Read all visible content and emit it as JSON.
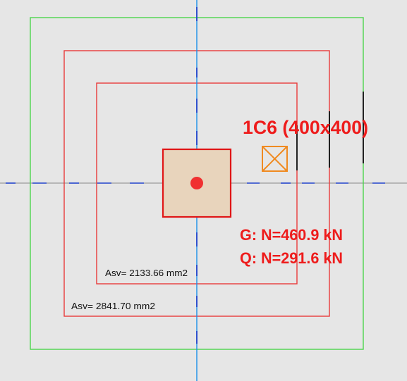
{
  "drawing": {
    "column_label": "1C6 (400x400)",
    "load_g": "G: N=460.9 kN",
    "load_q": "Q: N=291.6 kN",
    "asv_inner": "Asv= 2133.66 mm2",
    "asv_outer": "Asv= 2841.70 mm2"
  },
  "colors": {
    "background": "#e6e6e6",
    "footing_outline": "#4cd44c",
    "reinforcement_outline": "#e83a3a",
    "column_fill": "#e8d4bc",
    "column_outline": "#e01616",
    "center_marker": "#f03030",
    "axis_vertical": "#1a8fe8",
    "axis_horizontal": "#888888",
    "axis_dash": "#2244cc",
    "marker_box": "#f08a20",
    "label_text": "#ee1c1c"
  },
  "icons": {
    "center_marker": "red-dot-icon",
    "column_marker": "crossed-box-icon"
  }
}
